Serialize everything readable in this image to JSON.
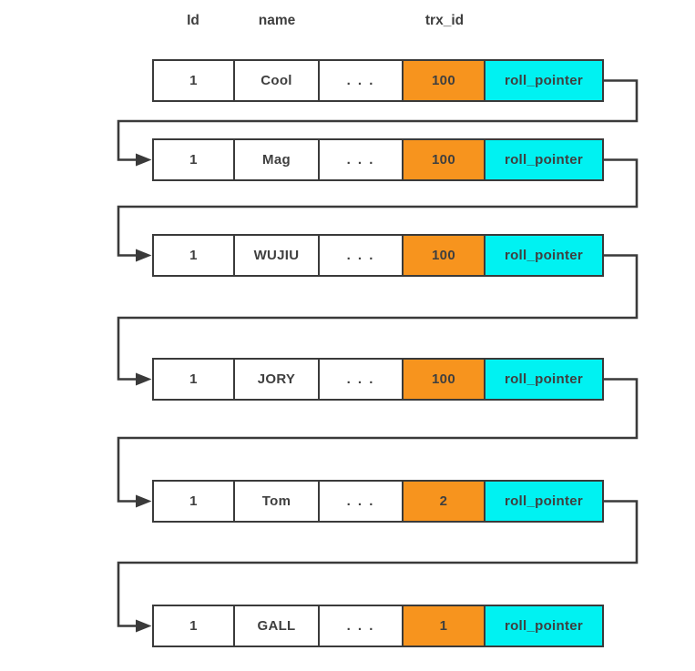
{
  "diagram": {
    "description": "version chain of row records linked by roll_pointer",
    "column_headers": {
      "id": "Id",
      "name": "name",
      "trx_id": "trx_id"
    },
    "rows": [
      {
        "id": "1",
        "name": "Cool",
        "ellipsis": ". . .",
        "trx_id": "100",
        "roll_pointer": "roll_pointer"
      },
      {
        "id": "1",
        "name": "Mag",
        "ellipsis": ". . .",
        "trx_id": "100",
        "roll_pointer": "roll_pointer"
      },
      {
        "id": "1",
        "name": "WUJIU",
        "ellipsis": ". . .",
        "trx_id": "100",
        "roll_pointer": "roll_pointer"
      },
      {
        "id": "1",
        "name": "JORY",
        "ellipsis": ". . .",
        "trx_id": "100",
        "roll_pointer": "roll_pointer"
      },
      {
        "id": "1",
        "name": "Tom",
        "ellipsis": ". . .",
        "trx_id": "2",
        "roll_pointer": "roll_pointer"
      },
      {
        "id": "1",
        "name": "GALL",
        "ellipsis": ". . .",
        "trx_id": "1",
        "roll_pointer": "roll_pointer"
      }
    ],
    "colors": {
      "trx_cell_bg": "#F7941E",
      "roll_pointer_cell_bg": "#00F2F2",
      "line": "#3A3A3A",
      "text": "#3F3F3F"
    }
  }
}
